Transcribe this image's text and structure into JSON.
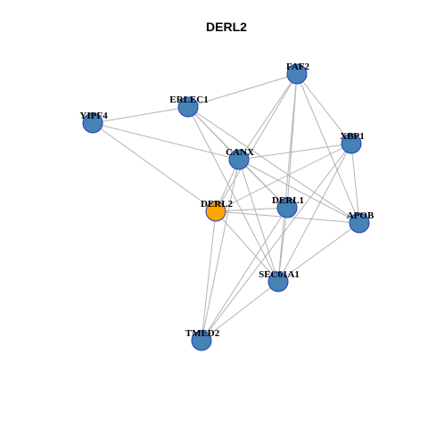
{
  "title": "DERL2",
  "colors": {
    "node": "#4682b4",
    "highlight": "#ffa500",
    "edge": "#b3b3b3",
    "border": "#1f3fbf"
  },
  "nodes": [
    {
      "id": "FAF2",
      "highlight": false
    },
    {
      "id": "ERLEC1",
      "highlight": false
    },
    {
      "id": "YIPF4",
      "highlight": false
    },
    {
      "id": "XBP1",
      "highlight": false
    },
    {
      "id": "CANX",
      "highlight": false
    },
    {
      "id": "DERL2",
      "highlight": true
    },
    {
      "id": "DERL1",
      "highlight": false
    },
    {
      "id": "APOB",
      "highlight": false
    },
    {
      "id": "SEC61A1",
      "highlight": false
    },
    {
      "id": "TMED2",
      "highlight": false
    }
  ],
  "edges": [
    [
      "ERLEC1",
      "FAF2"
    ],
    [
      "YIPF4",
      "ERLEC1"
    ],
    [
      "YIPF4",
      "CANX"
    ],
    [
      "YIPF4",
      "DERL2"
    ],
    [
      "ERLEC1",
      "CANX"
    ],
    [
      "ERLEC1",
      "DERL1"
    ],
    [
      "ERLEC1",
      "APOB"
    ],
    [
      "ERLEC1",
      "SEC61A1"
    ],
    [
      "FAF2",
      "CANX"
    ],
    [
      "FAF2",
      "XBP1"
    ],
    [
      "FAF2",
      "APOB"
    ],
    [
      "FAF2",
      "DERL1"
    ],
    [
      "FAF2",
      "DERL2"
    ],
    [
      "FAF2",
      "SEC61A1"
    ],
    [
      "XBP1",
      "CANX"
    ],
    [
      "XBP1",
      "DERL2"
    ],
    [
      "XBP1",
      "APOB"
    ],
    [
      "XBP1",
      "SEC61A1"
    ],
    [
      "XBP1",
      "TMED2"
    ],
    [
      "CANX",
      "DERL1"
    ],
    [
      "CANX",
      "DERL2"
    ],
    [
      "CANX",
      "APOB"
    ],
    [
      "CANX",
      "SEC61A1"
    ],
    [
      "CANX",
      "TMED2"
    ],
    [
      "DERL2",
      "DERL1"
    ],
    [
      "DERL2",
      "APOB"
    ],
    [
      "DERL2",
      "SEC61A1"
    ],
    [
      "DERL2",
      "TMED2"
    ],
    [
      "DERL1",
      "SEC61A1"
    ],
    [
      "DERL1",
      "TMED2"
    ],
    [
      "APOB",
      "SEC61A1"
    ],
    [
      "SEC61A1",
      "TMED2"
    ]
  ]
}
